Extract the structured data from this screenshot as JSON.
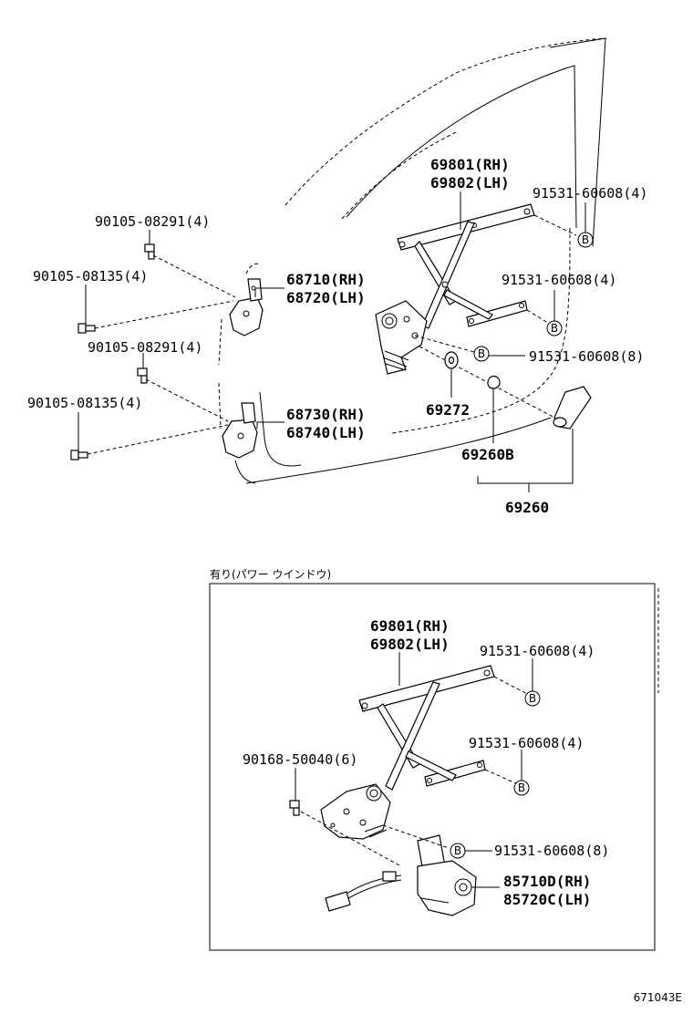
{
  "labels": {
    "p69801_top": "69801(RH)",
    "p69802_top": "69802(LH)",
    "p91531_4_a": "91531-60608(4)",
    "p90105_08291_a": "90105-08291(4)",
    "p90105_08135_a": "90105-08135(4)",
    "p68710": "68710(RH)",
    "p68720": "68720(LH)",
    "p91531_4_b": "91531-60608(4)",
    "p90105_08291_b": "90105-08291(4)",
    "p91531_8_a": "91531-60608(8)",
    "p90105_08135_b": "90105-08135(4)",
    "p68730": "68730(RH)",
    "p68740": "68740(LH)",
    "p69272": "69272",
    "p69260B": "69260B",
    "p69260": "69260",
    "p69801_box": "69801(RH)",
    "p69802_box": "69802(LH)",
    "p91531_4_c": "91531-60608(4)",
    "p91531_4_d": "91531-60608(4)",
    "p90168": "90168-50040(6)",
    "p91531_8_b": "91531-60608(8)",
    "p85710D": "85710D(RH)",
    "p85720C": "85720C(LH)"
  },
  "box_caption": "有り(パワー ウインドウ)",
  "ref_letter": "B",
  "figure_id": "671043E",
  "icons": {
    "hinge": "door-hinge-icon",
    "regulator": "window-regulator-icon",
    "motor": "power-window-motor-icon",
    "bolt": "bolt-icon",
    "handle": "window-crank-handle-icon",
    "ref_circle": "reference-b-circle-icon"
  }
}
